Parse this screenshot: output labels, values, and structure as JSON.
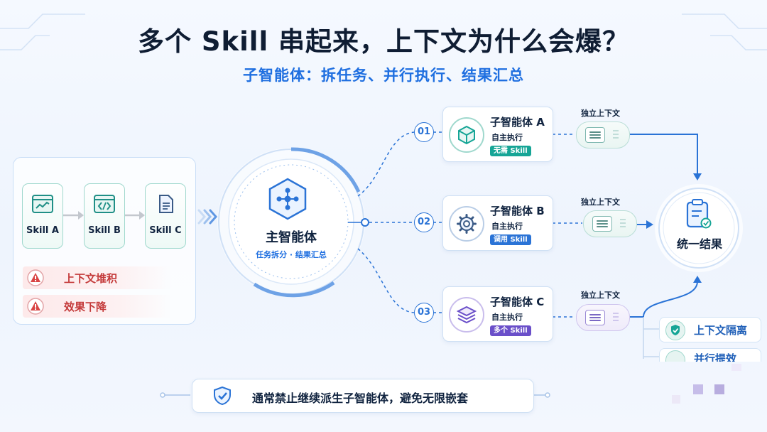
{
  "title": "多个 Skill 串起来，上下文为什么会爆？",
  "subtitle": "子智能体：拆任务、并行执行、结果汇总",
  "skills": [
    {
      "label": "Skill A"
    },
    {
      "label": "Skill B"
    },
    {
      "label": "Skill C"
    }
  ],
  "warnings": [
    {
      "text": "上下文堆积"
    },
    {
      "text": "效果下降"
    }
  ],
  "main_agent": {
    "label": "主智能体",
    "sub": "任务拆分 · 结果汇总"
  },
  "sub_agents": [
    {
      "num": "01",
      "name": "子智能体 A",
      "mode": "自主执行",
      "badge": "无需 Skill",
      "badge_color": "#16a596",
      "ring_color": "#9fd8cd",
      "icon": "cube-icon"
    },
    {
      "num": "02",
      "name": "子智能体 B",
      "mode": "自主执行",
      "badge": "调用 Skill",
      "badge_color": "#2a73d6",
      "ring_color": "#b9cde6",
      "icon": "gear-icon"
    },
    {
      "num": "03",
      "name": "子智能体 C",
      "mode": "自主执行",
      "badge": "多个 Skill",
      "badge_color": "#6a4fc9",
      "ring_color": "#c9bdec",
      "icon": "layers-icon"
    }
  ],
  "context_label": "独立上下文",
  "result": {
    "label": "统一结果"
  },
  "side_notes": [
    {
      "text": "上下文隔离"
    },
    {
      "text": "并行提效"
    }
  ],
  "footer": {
    "text": "通常禁止继续派生子智能体，避免无限嵌套"
  },
  "colors": {
    "accent": "#1f6fe0",
    "teal": "#16a596",
    "warning": "#c43a3a",
    "purple": "#6a4fc9"
  }
}
